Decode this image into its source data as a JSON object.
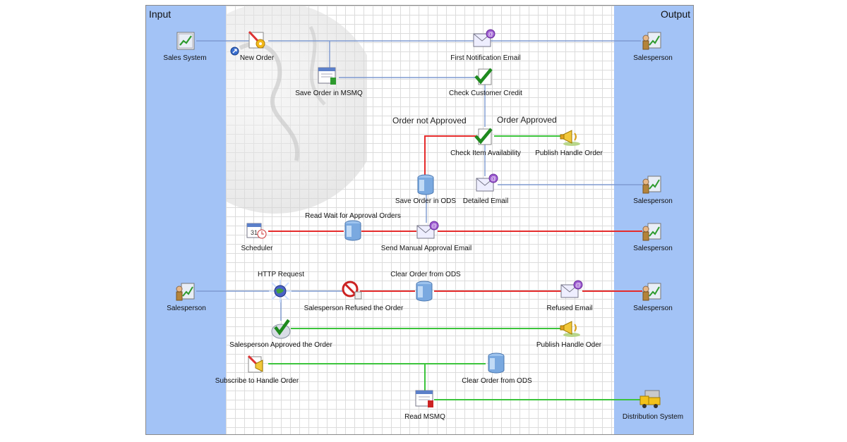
{
  "lanes": {
    "input": "Input",
    "output": "Output"
  },
  "nodes": {
    "sales_system": "Sales System",
    "new_order": "New Order",
    "first_notification_email": "First Notification Email",
    "salesperson_out_1": "Salesperson",
    "save_order_msmq": "Save Order in MSMQ",
    "check_customer_credit": "Check Customer Credit",
    "check_item_availability": "Check Item Availability",
    "publish_handle_order": "Publish Handle Order",
    "save_order_ods": "Save Order in ODS",
    "detailed_email": "Detailed Email",
    "salesperson_out_2": "Salesperson",
    "scheduler": "Scheduler",
    "send_manual_approval_email": "Send Manual Approval Email",
    "salesperson_out_3": "Salesperson",
    "salesperson_in": "Salesperson",
    "http_request": "HTTP Request",
    "salesperson_refused": "Salesperson Refused the Order",
    "clear_order_ods_1": "Clear Order from ODS",
    "refused_email": "Refused Email",
    "salesperson_out_4": "Salesperson",
    "salesperson_approved": "Salesperson Approved the Order",
    "publish_handle_oder": "Publish Handle Oder",
    "subscribe_handle_order": "Subscribe to Handle Order",
    "clear_order_ods_2": "Clear Order from ODS",
    "read_msmq": "Read MSMQ",
    "distribution_system": "Distribution System"
  },
  "edge_labels": {
    "order_not_approved": "Order not Approved",
    "order_approved": "Order Approved",
    "read_wait": "Read Wait for Approval Orders"
  },
  "colors": {
    "lane": "#a3c3f6",
    "grid_line": "#dcdcdc",
    "wire_blue": "#7e9ad0",
    "wire_red": "#e52b2b",
    "wire_green": "#3cc43c"
  }
}
